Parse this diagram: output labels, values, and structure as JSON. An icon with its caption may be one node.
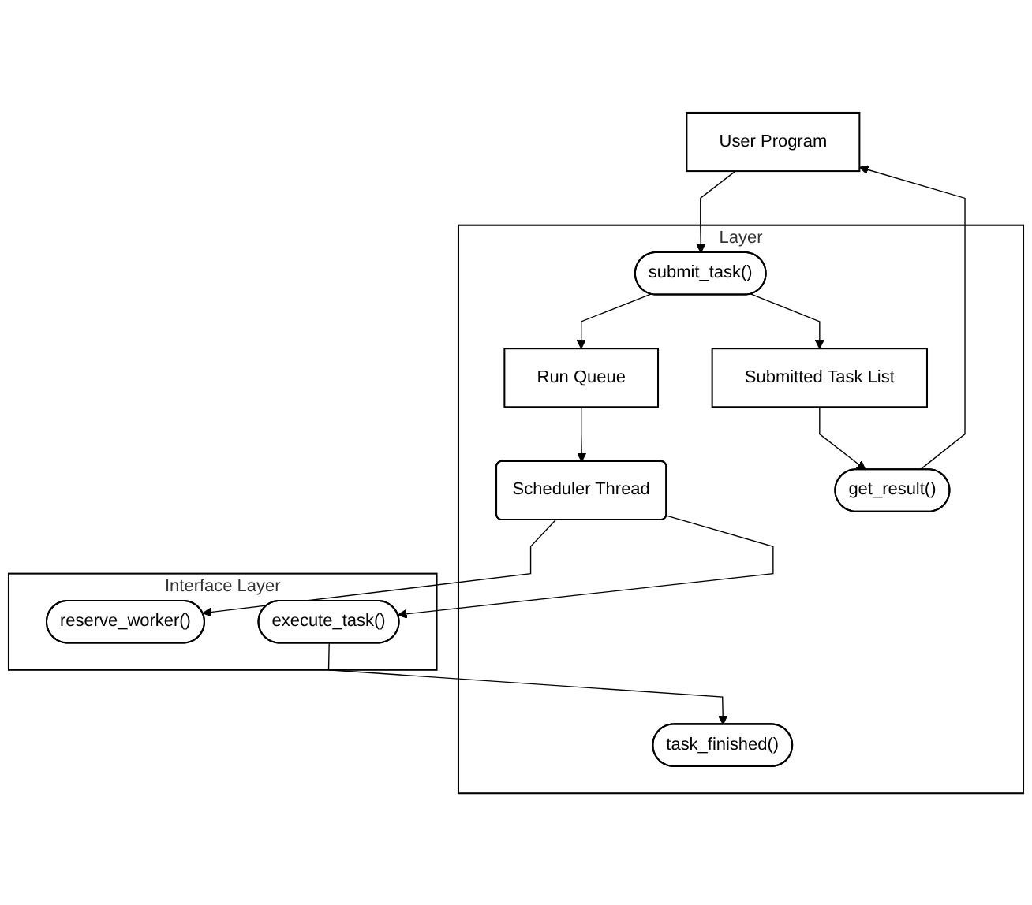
{
  "diagram": {
    "nodes": [
      {
        "text": [
          "User Program"
        ]
      },
      {
        "text": [
          "Layer"
        ]
      },
      {
        "text": [
          "submit_task()"
        ],
        "in": 1
      },
      {
        "text": [
          "get_result()"
        ],
        "in": 1
      },
      {
        "text": [
          "Run Queue"
        ],
        "in": 1
      },
      {
        "text": [
          "Submitted Task List"
        ],
        "in": 1
      },
      {
        "text": [
          "Scheduler Thread"
        ],
        "in": 1
      },
      {
        "text": [
          "task_finished()"
        ],
        "in": 1
      },
      {
        "text": [
          "Interface Layer"
        ]
      },
      {
        "text": [
          "reserve_worker()"
        ],
        "in": 8
      },
      {
        "text": [
          "execute_task()"
        ],
        "in": 8
      }
    ],
    "edges": [
      {
        "from": 0,
        "to": 2,
        "arrow": "to"
      },
      {
        "from": 3,
        "to": 0,
        "arrow": "to"
      },
      {
        "from": 2,
        "to": 4,
        "arrow": "to"
      },
      {
        "from": 2,
        "to": 5,
        "arrow": "to"
      },
      {
        "from": 5,
        "to": 3,
        "arrow": "to"
      },
      {
        "from": 4,
        "to": 6,
        "arrow": "to"
      },
      {
        "from": 6,
        "to": 9,
        "arrow": "to"
      },
      {
        "from": 6,
        "to": 10,
        "arrow": "to"
      },
      {
        "from": 10,
        "to": 7,
        "arrow": "to"
      }
    ]
  }
}
